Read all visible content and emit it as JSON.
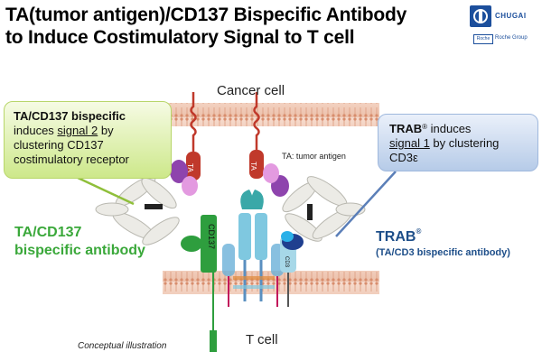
{
  "header": {
    "title_line1": "TA(tumor antigen)/CD137 Bispecific Antibody",
    "title_line2": "to Induce Costimulatory Signal to T cell"
  },
  "logo": {
    "company": "CHUGAI",
    "roche": "Roche",
    "group": "Roche Group"
  },
  "labels": {
    "cancer_cell": "Cancer cell",
    "t_cell": "T cell",
    "ta_legend": "TA: tumor antigen",
    "ta_tag": "TA",
    "cd137_tag": "CD137",
    "cd3_tag": "CD3",
    "conceptual": "Conceptual illustration"
  },
  "left_box": {
    "bold": "TA/CD137 bispecific",
    "pre": "induces ",
    "underlined": "signal 2",
    "post": " by",
    "line3": "clustering CD137",
    "line4": "costimulatory receptor"
  },
  "right_box": {
    "bold": "TRAB",
    "reg": "®",
    "post": " induces",
    "underlined": "signal 1",
    "post2": " by clustering",
    "line3": "CD3ε"
  },
  "left_label": {
    "line1": "TA/CD137",
    "line2": "bispecific antibody"
  },
  "trab_label": {
    "main": "TRAB",
    "reg": "®",
    "sub": "(TA/CD3 bispecific antibody)"
  },
  "colors": {
    "green_text": "#3aa83a",
    "blue_text": "#1d4e89",
    "membrane": "#f2c9b5",
    "receptor_red": "#c0392b",
    "cd137_green": "#2e9e3e"
  }
}
